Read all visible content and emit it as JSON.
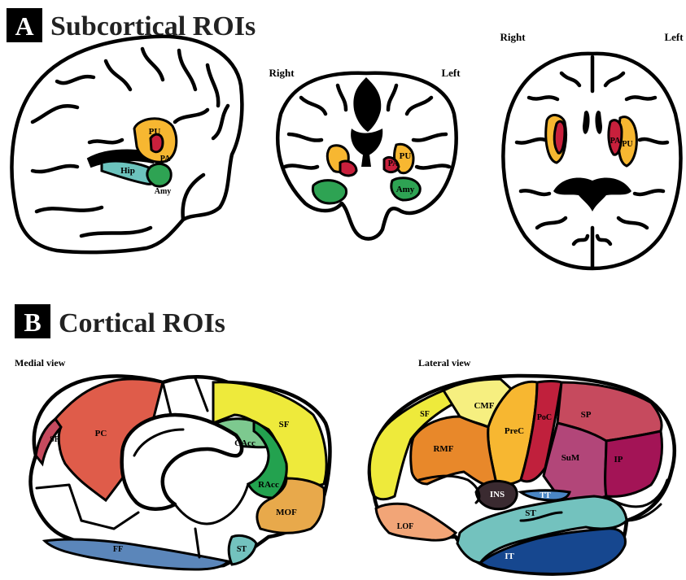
{
  "panel_a": {
    "badge": "A",
    "title": "Subcortical ROIs",
    "coronal": {
      "right": "Right",
      "left": "Left"
    },
    "axial": {
      "right": "Right",
      "left": "Left"
    },
    "sagittal_labels": {
      "pu": "PU",
      "pa": "PA",
      "hip": "Hip",
      "amy": "Amy"
    },
    "coronal_labels": {
      "pa": "PA",
      "pu": "PU",
      "amy": "Amy"
    },
    "axial_labels": {
      "pa": "PA",
      "pu": "PU"
    }
  },
  "panel_b": {
    "badge": "B",
    "title": "Cortical ROIs",
    "medial_view": "Medial view",
    "lateral_view": "Lateral view",
    "medial_labels": {
      "sp": "SP",
      "pc": "PC",
      "sf": "SF",
      "cacc": "CAcc",
      "racc": "RAcc",
      "mof": "MOF",
      "ff": "FF",
      "st": "ST"
    },
    "lateral_labels": {
      "sf": "SF",
      "cmf": "CMF",
      "prec": "PreC",
      "poc": "PoC",
      "sp": "SP",
      "rmf": "RMF",
      "sum": "SuM",
      "ip": "IP",
      "ins": "INS",
      "tt": "TT",
      "st": "ST",
      "lof": "LOF",
      "it": "IT"
    }
  },
  "colors": {
    "putamen": "#f7b731",
    "pallidum": "#c8203c",
    "hippocampus": "#6cc3bd",
    "amygdala": "#2ea353",
    "sp_medial": "#c64a5e",
    "pc": "#df5c4a",
    "sf": "#eeea3b",
    "cacc": "#7dc98f",
    "racc": "#23a24f",
    "mof": "#e8a94b",
    "ff": "#5b86ba",
    "st": "#73c2be",
    "cmf": "#f6ef80",
    "prec": "#f7b731",
    "poc": "#c0203c",
    "sp_lateral": "#c64a5e",
    "rmf": "#e8882a",
    "sum": "#b24679",
    "ip": "#a31456",
    "ins": "#3a2a30",
    "tt": "#4a86c5",
    "lof": "#f2a577",
    "it": "#16478f"
  }
}
